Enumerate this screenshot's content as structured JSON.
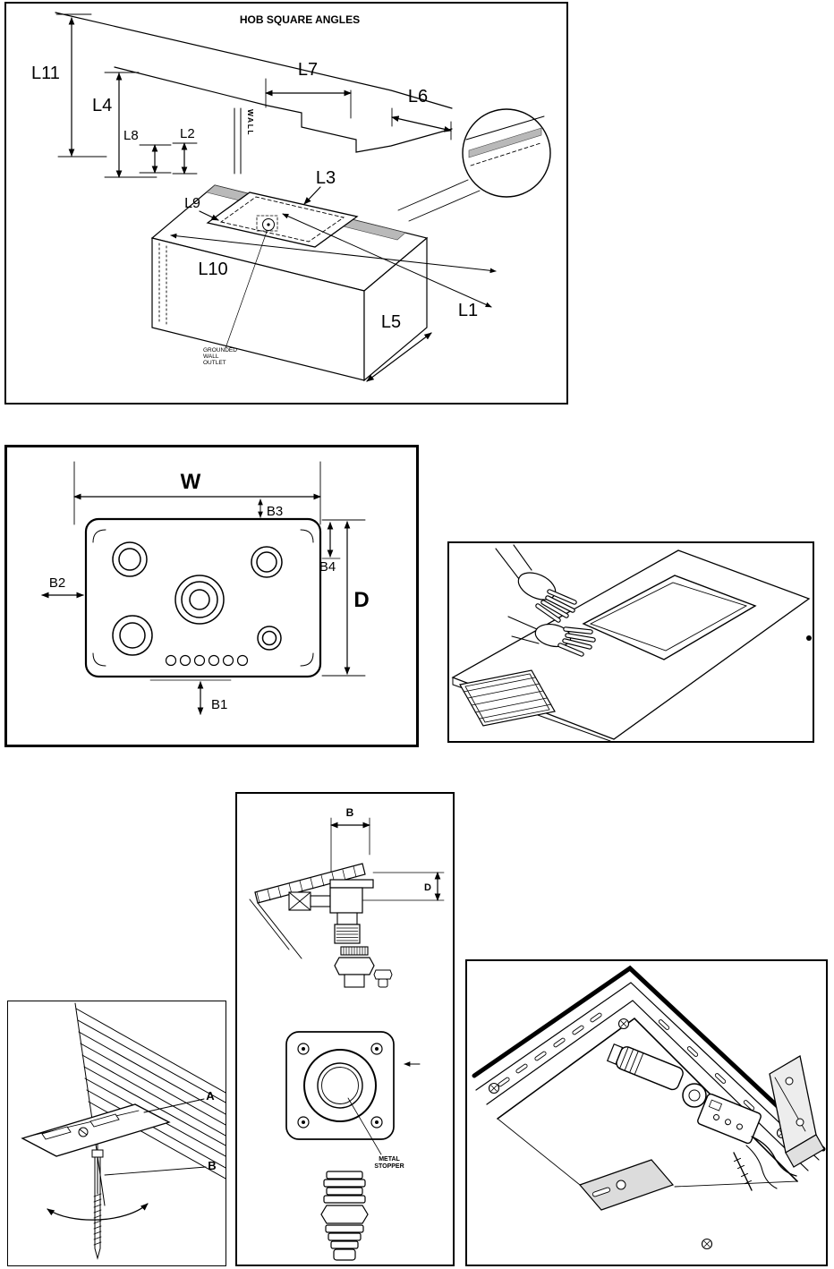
{
  "colors": {
    "line": "#000000",
    "shading": "#b9b9b9",
    "paper": "#ffffff"
  },
  "fig_hob_square_angles": {
    "title": "HOB SQUARE ANGLES",
    "dim_labels": {
      "L11": "L11",
      "L4": "L4",
      "L8": "L8",
      "L2": "L2",
      "L7": "L7",
      "L6": "L6",
      "L3": "L3",
      "L9": "L9",
      "L10": "L10",
      "L5": "L5",
      "L1": "L1"
    },
    "wall_label": "WALL",
    "outlet_label_lines": [
      "GROUNDED",
      "WALL",
      "OUTLET"
    ]
  },
  "fig_hob_dimensions": {
    "dim_labels": {
      "W": "W",
      "D": "D",
      "B1": "B1",
      "B2": "B2",
      "B3": "B3",
      "B4": "B4"
    }
  },
  "fig_gas_connection": {
    "dim_labels": {
      "B": "B",
      "D": "D"
    },
    "stopper_label_lines": [
      "METAL",
      "STOPPER"
    ]
  },
  "fig_fixing_clamp": {
    "labels": {
      "A": "A",
      "B": "B"
    }
  }
}
